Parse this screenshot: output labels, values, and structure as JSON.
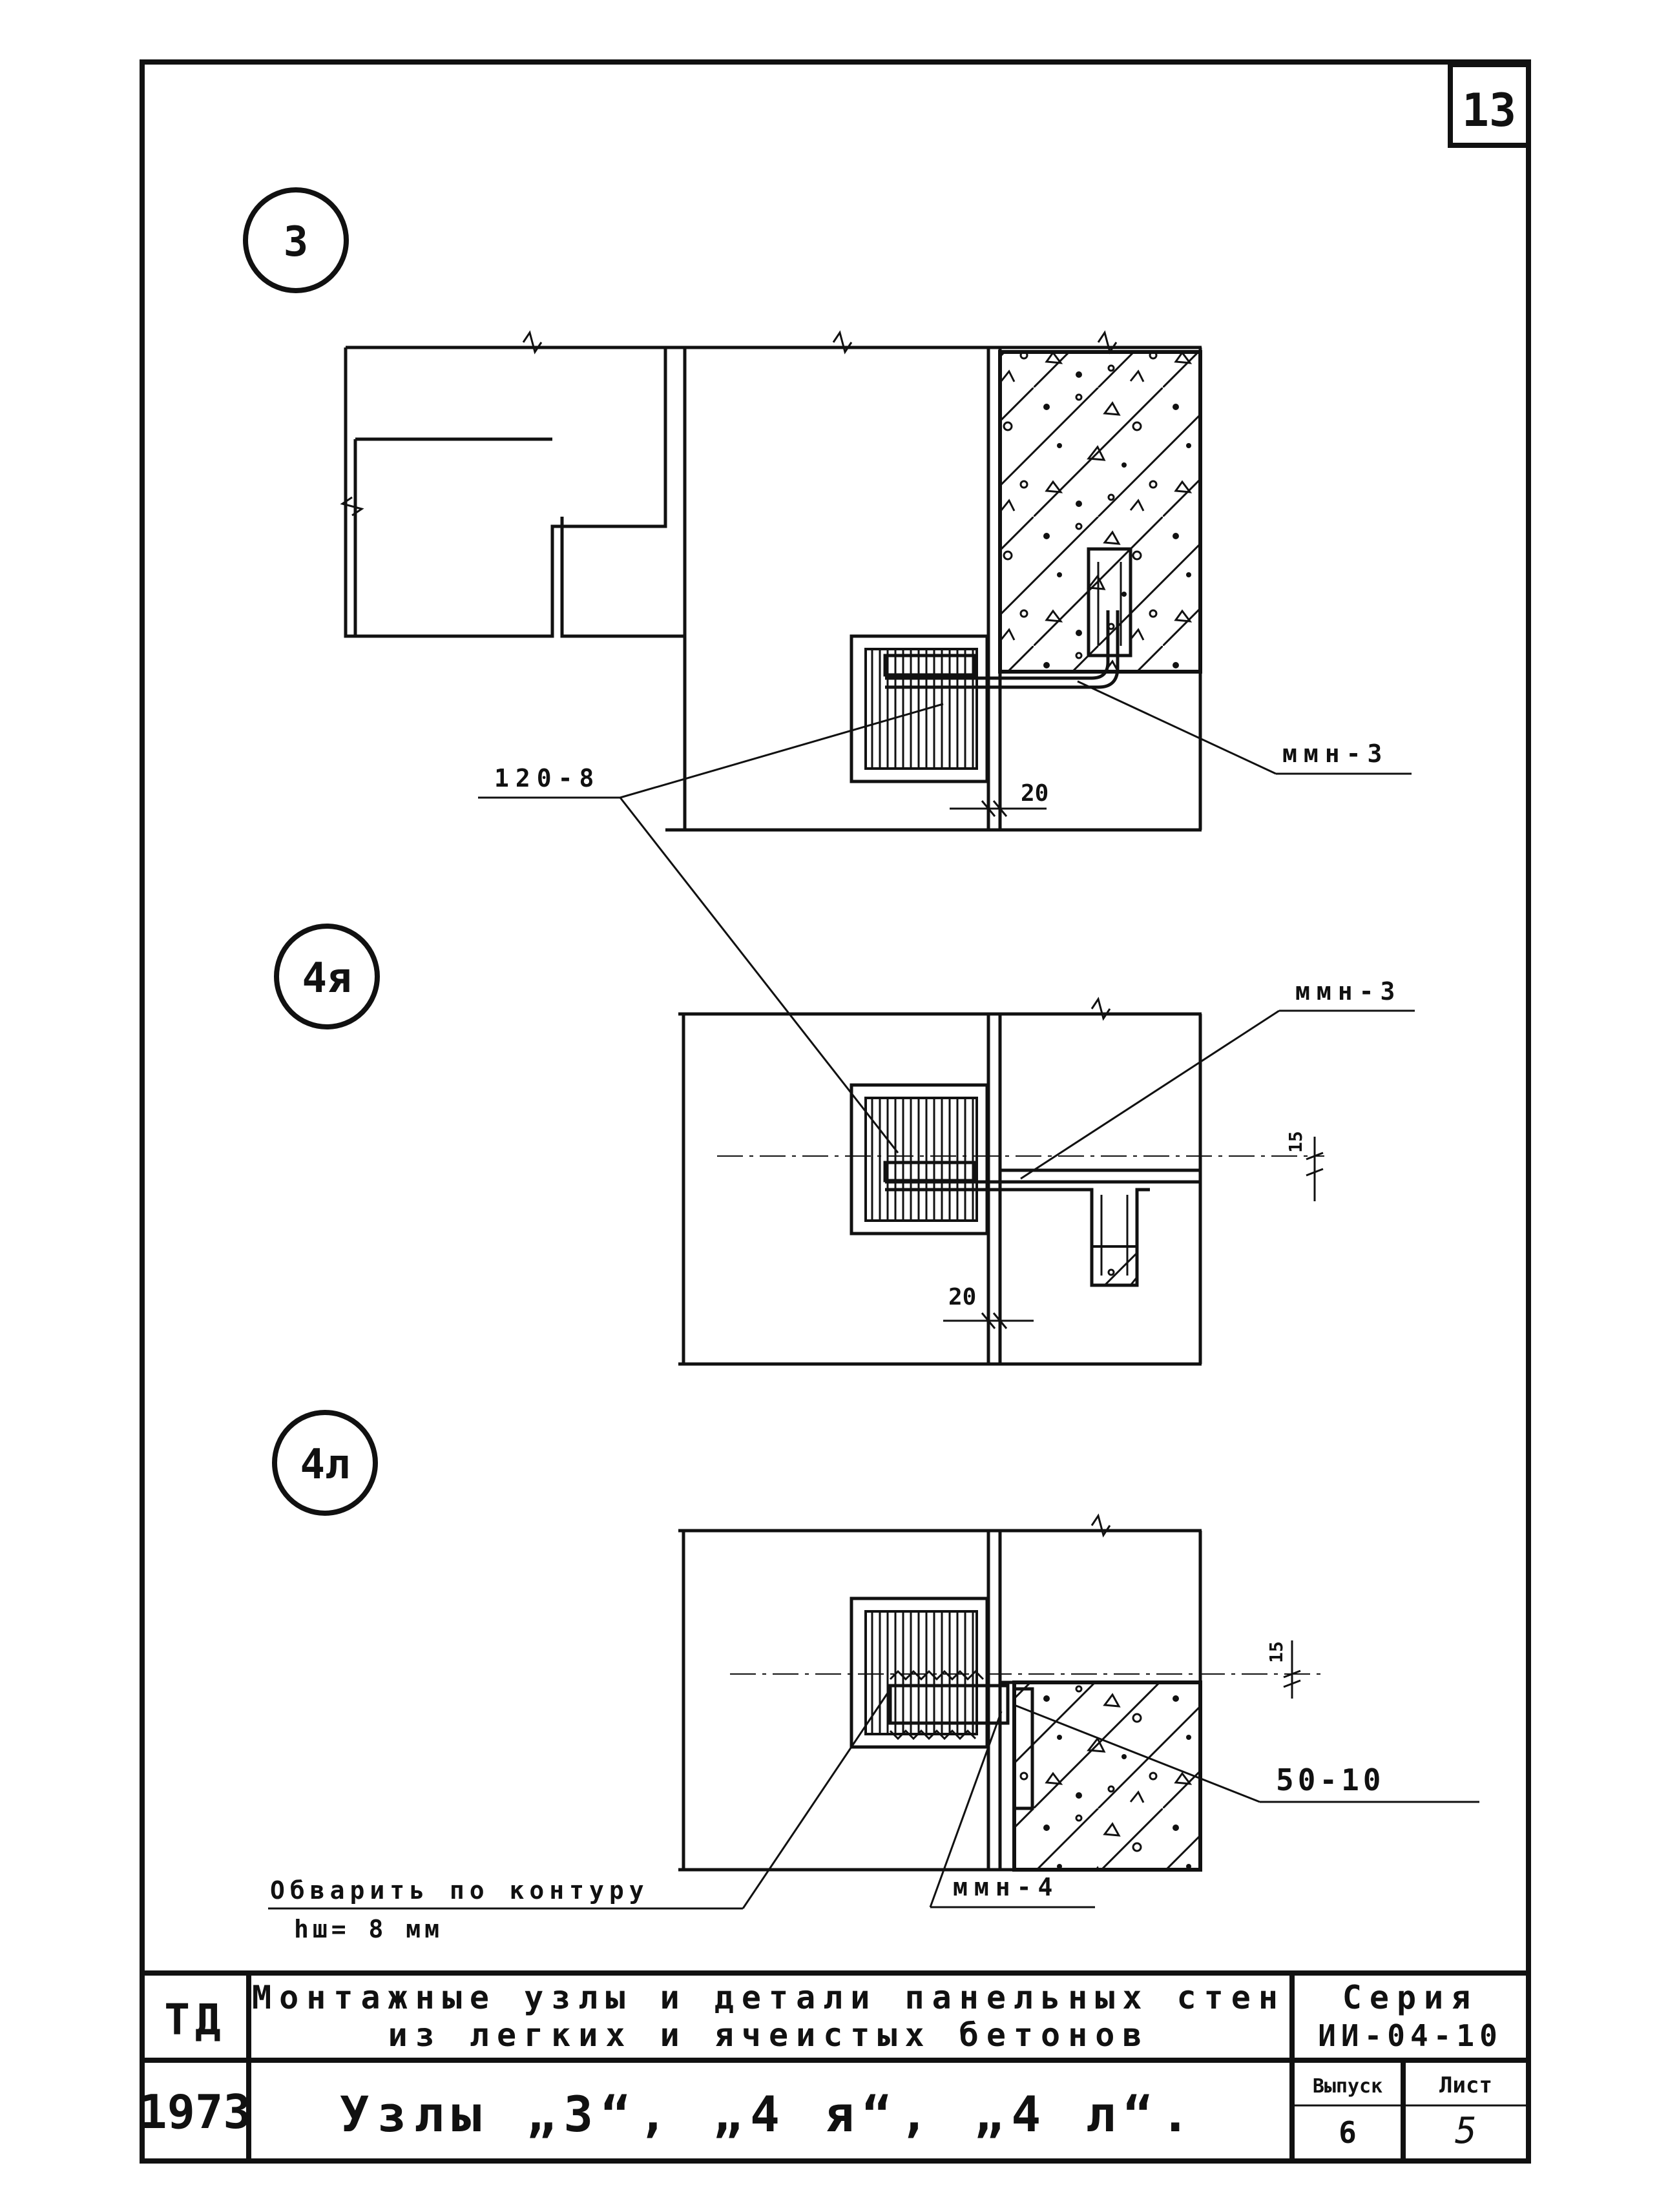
{
  "sheet": {
    "page_number": "13",
    "colors": {
      "ink": "#111111",
      "paper": "#ffffff"
    }
  },
  "nodes": {
    "node_3": {
      "mark": "3"
    },
    "node_4ya": {
      "mark": "4я"
    },
    "node_4l": {
      "mark": "4л"
    }
  },
  "callouts": {
    "ref_120_8": "120-8",
    "mmn3_top": "ммн-3",
    "mmn3_mid": "ммн-3",
    "ref_50_10": "50-10",
    "mmn4": "ммн-4",
    "weld_line1": "Обварить по контуру",
    "weld_line2": "hш= 8 мм"
  },
  "dimensions": {
    "gap_node3": "20",
    "gap_node4ya": "20",
    "offset_node4ya": "15",
    "offset_node4l": "15"
  },
  "title_block": {
    "org": "ТД",
    "year": "1973",
    "title_line1": "Монтажные узлы и детали панельных стен",
    "title_line2": "из легких и ячеистых бетонов",
    "series_label": "Серия",
    "series_value": "ИИ-04-10",
    "subtitle": "Узлы „3“, „4 я“, „4 л“.",
    "issue_label": "Выпуск",
    "issue_value": "6",
    "sheet_label": "Лист",
    "sheet_value": "5"
  }
}
